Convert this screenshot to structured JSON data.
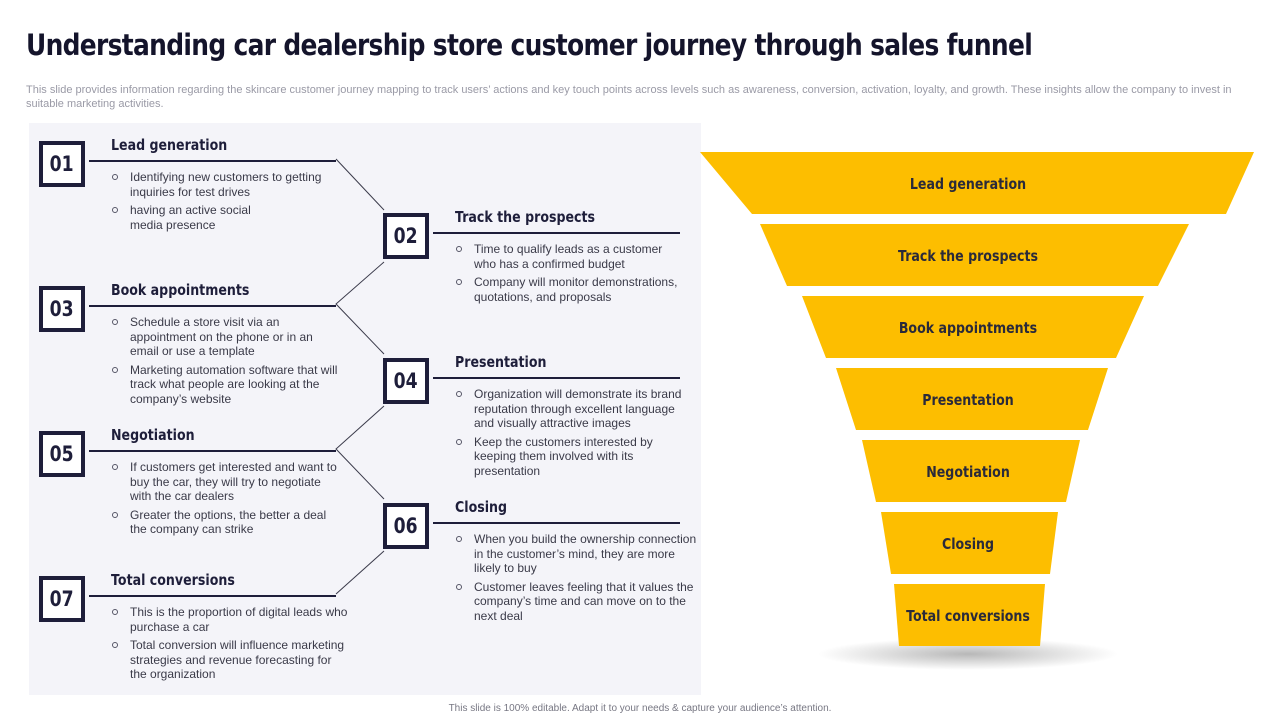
{
  "title": "Understanding car dealership store customer journey through sales funnel",
  "subtitle": "This slide provides information regarding the skincare customer journey mapping to track users’ actions and key touch points across levels such as awareness, conversion, activation, loyalty,  and growth. These insights allow the company to invest in suitable marketing activities.",
  "steps": [
    {
      "num": "01",
      "title": "Lead generation",
      "bullets": [
        "Identifying new customers to getting inquiries for test drives",
        "having an active social media presence"
      ]
    },
    {
      "num": "02",
      "title": "Track the prospects",
      "bullets": [
        "Time to qualify leads as a customer who has a confirmed budget",
        "Company will monitor demonstrations, quotations, and proposals"
      ]
    },
    {
      "num": "03",
      "title": "Book appointments",
      "bullets": [
        "Schedule a store visit via an appointment on the phone or in an email or use a template",
        "Marketing automation software that will track what people are looking at the company’s website"
      ]
    },
    {
      "num": "04",
      "title": "Presentation",
      "bullets": [
        "Organization will demonstrate its brand reputation through excellent language and visually attractive images",
        "Keep the customers interested by keeping them involved with its presentation"
      ]
    },
    {
      "num": "05",
      "title": "Negotiation",
      "bullets": [
        "If customers get interested and want to buy the car, they will try to negotiate with the car dealers",
        "Greater the options, the better a deal the company can strike"
      ]
    },
    {
      "num": "06",
      "title": "Closing",
      "bullets": [
        "When you build the ownership connection in the customer’s mind, they are more likely to buy",
        "Customer leaves feeling that it values the company’s time and can move on to the next deal"
      ]
    },
    {
      "num": "07",
      "title": "Total conversions",
      "bullets": [
        "This is the proportion of digital leads who purchase a car",
        "Total conversion will influence marketing strategies and revenue forecasting for the organization"
      ]
    }
  ],
  "funnel": {
    "color": "#FDBE00",
    "stages": [
      "Lead generation",
      "Track the prospects",
      "Book appointments",
      "Presentation",
      "Negotiation",
      "Closing",
      "Total conversions"
    ]
  },
  "footer": "This slide is 100% editable.  Adapt it to your needs & capture your audience’s attention."
}
